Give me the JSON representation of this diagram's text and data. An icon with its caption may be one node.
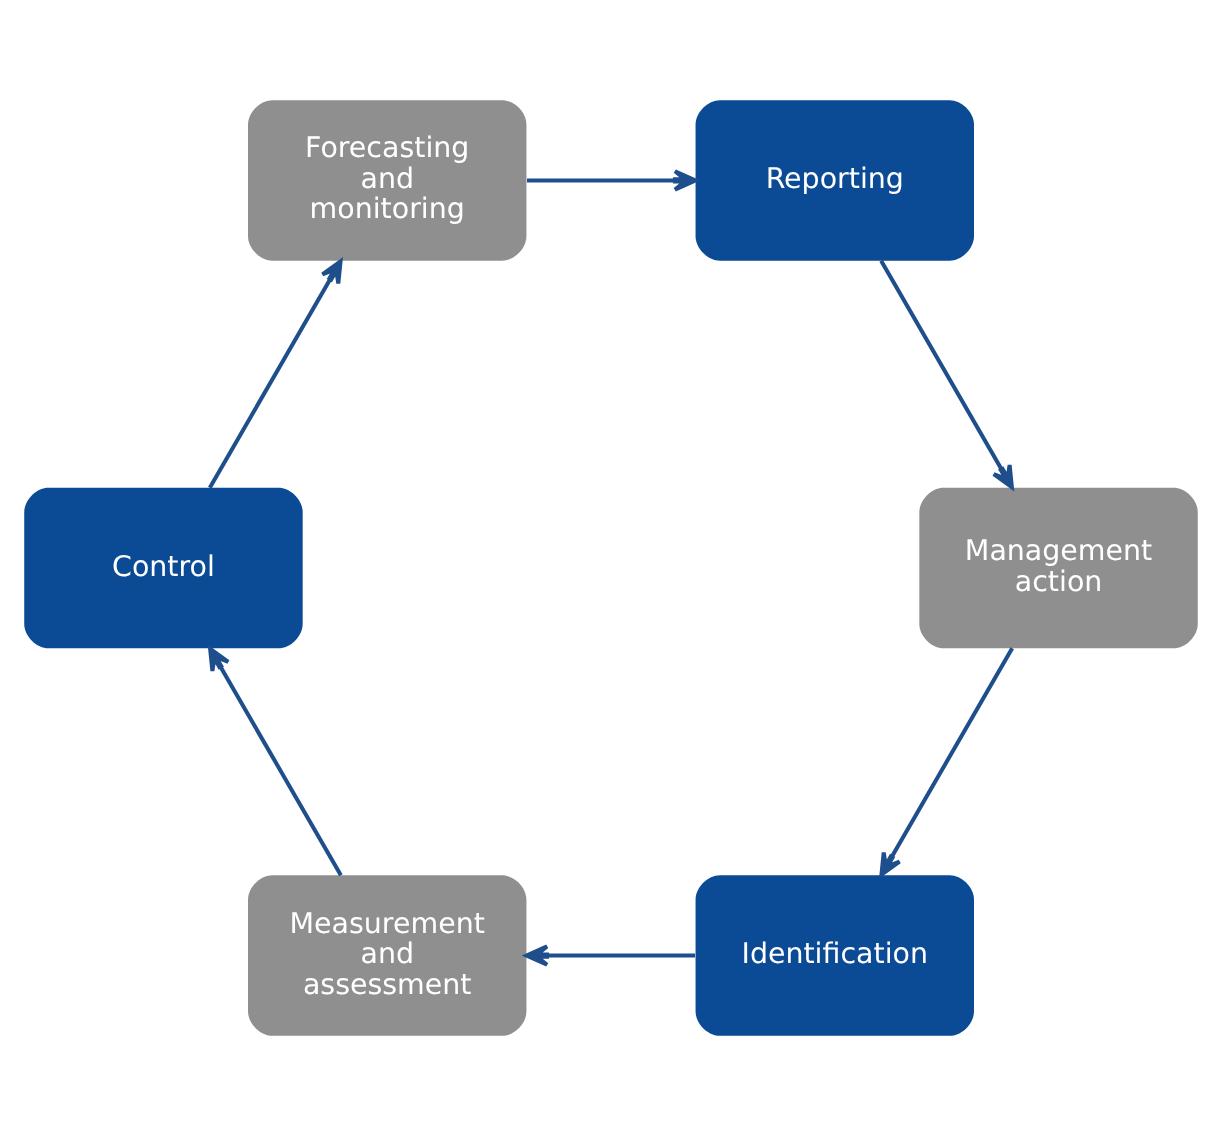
{
  "diagram": {
    "nodes": [
      {
        "text": [
          "Identification"
        ]
      },
      {
        "text": [
          "Measurement and assessment"
        ]
      },
      {
        "text": [
          "Control"
        ]
      },
      {
        "text": [
          "Forecasting and monitoring"
        ]
      },
      {
        "text": [
          "Reporting"
        ]
      },
      {
        "text": [
          "Management action"
        ]
      }
    ],
    "edges": [
      {
        "from": 0,
        "to": 1,
        "arrow": "to"
      },
      {
        "from": 1,
        "to": 2,
        "arrow": "to"
      },
      {
        "from": 2,
        "to": 3,
        "arrow": "to"
      },
      {
        "from": 3,
        "to": 4,
        "arrow": "to"
      },
      {
        "from": 4,
        "to": 5,
        "arrow": "to"
      },
      {
        "from": 5,
        "to": 0,
        "arrow": "to"
      }
    ]
  }
}
